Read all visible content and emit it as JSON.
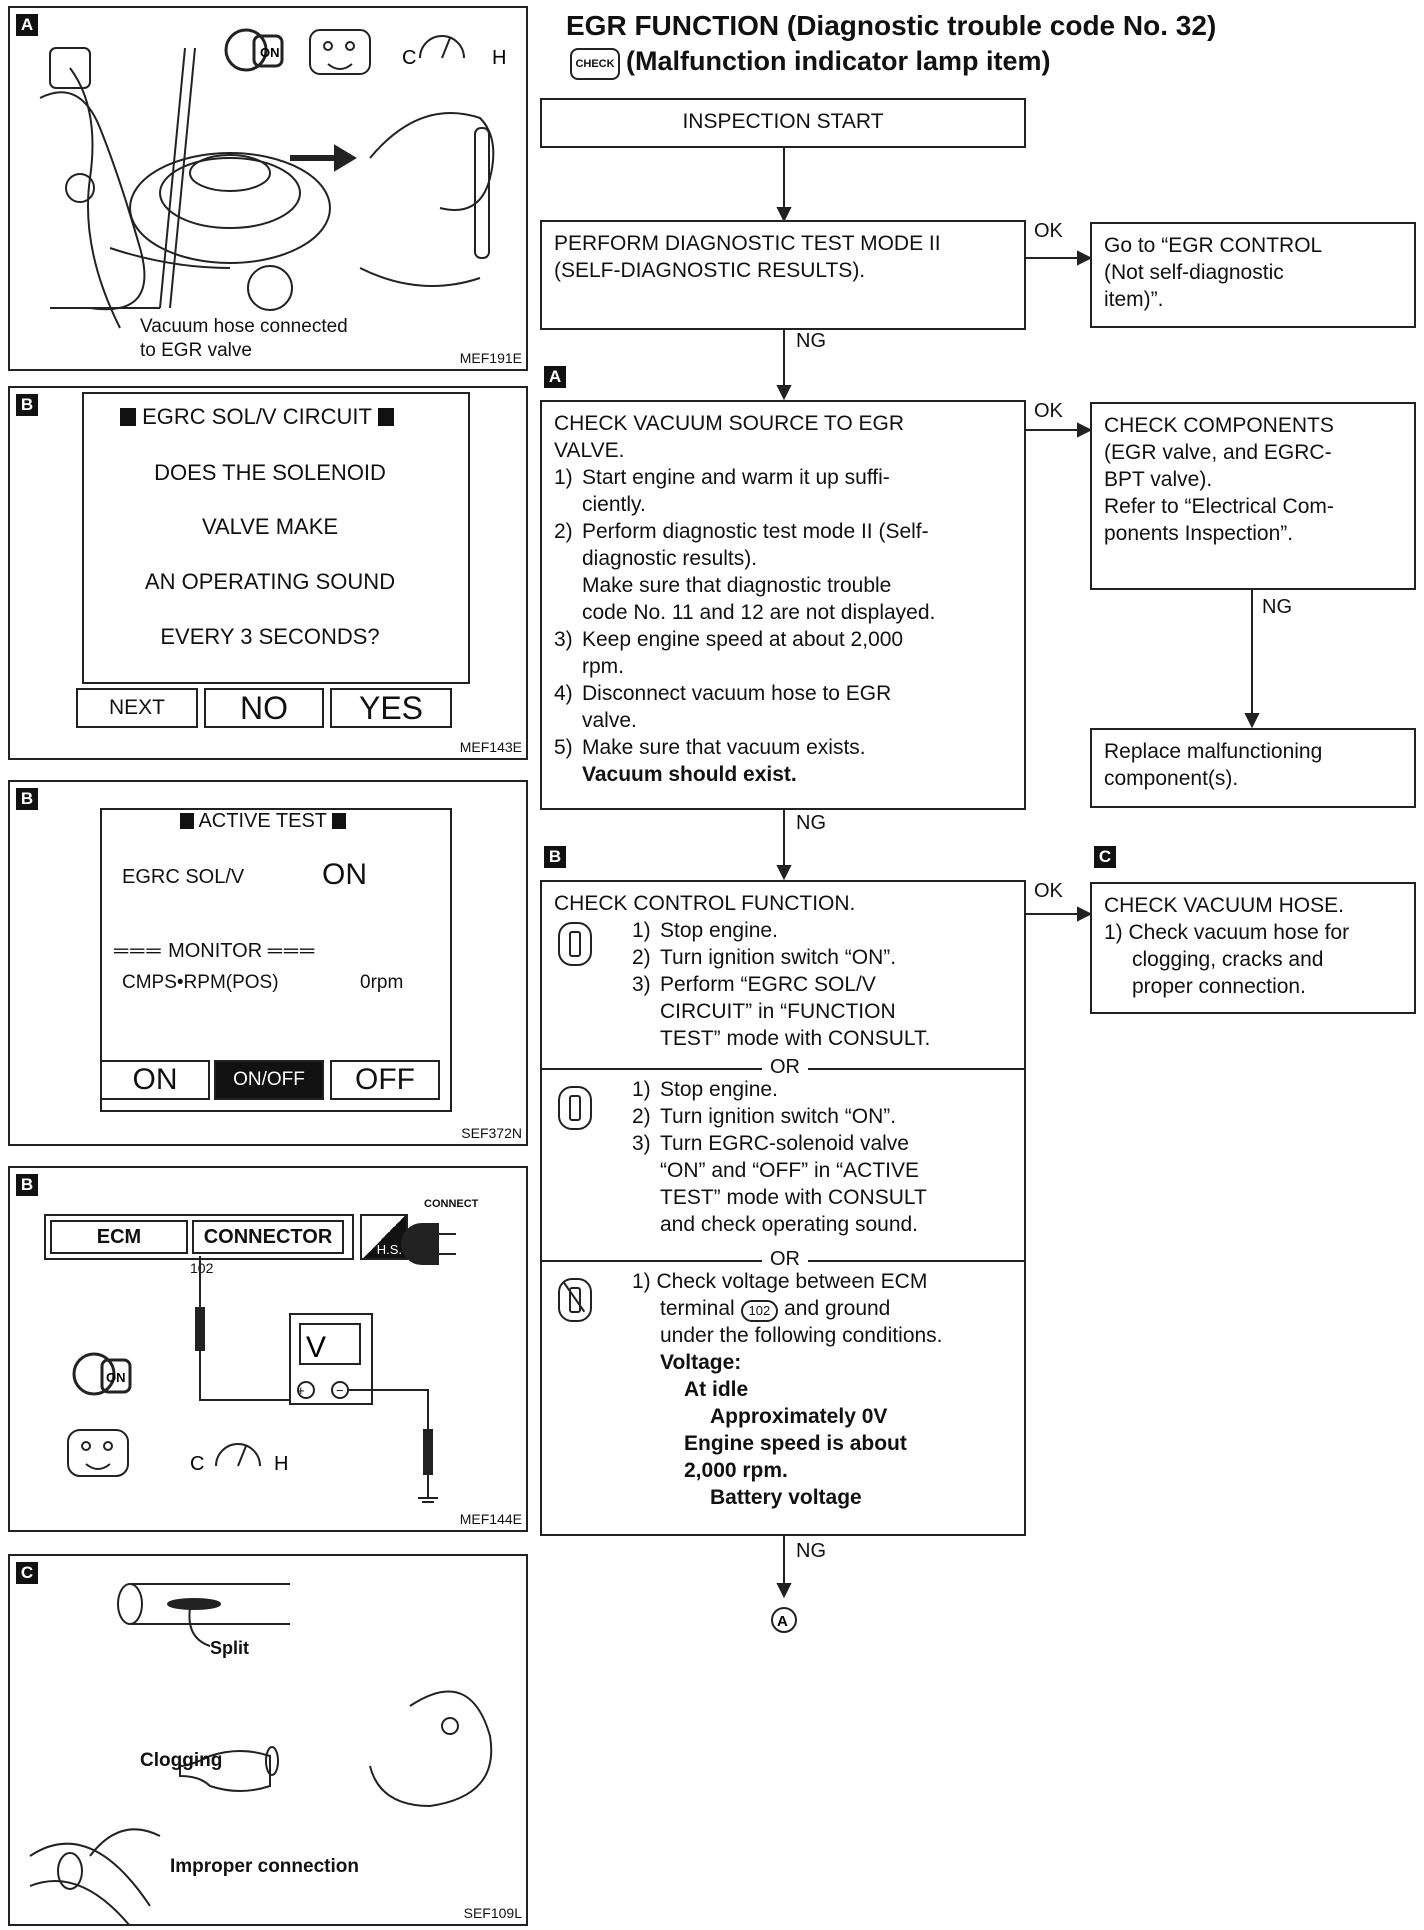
{
  "header": {
    "title": "EGR FUNCTION (Diagnostic trouble code No. 32)",
    "check_icon": "CHECK",
    "subtitle": "(Malfunction indicator lamp item)"
  },
  "panels": {
    "a": {
      "tag": "A",
      "caption1": "Vacuum hose connected",
      "caption2": "to EGR valve",
      "code": "MEF191E",
      "ign": "ON",
      "c": "C",
      "h": "H"
    },
    "b1": {
      "tag": "B",
      "title": "EGRC SOL/V CIRCUIT",
      "lines": [
        "DOES THE SOLENOID",
        "VALVE MAKE",
        "AN OPERATING SOUND",
        "EVERY 3 SECONDS?"
      ],
      "next": "NEXT",
      "no": "NO",
      "yes": "YES",
      "code": "MEF143E"
    },
    "b2": {
      "tag": "B",
      "title": "ACTIVE TEST",
      "item": "EGRC SOL/V",
      "item_val": "ON",
      "monitor": "MONITOR",
      "mon_item": "CMPS•RPM(POS)",
      "mon_val": "0rpm",
      "on": "ON",
      "onoff": "ON/OFF",
      "off": "OFF",
      "code": "SEF372N"
    },
    "b3": {
      "tag": "B",
      "ecm": "ECM",
      "connector": "CONNECTOR",
      "pin": "102",
      "hs": "H.S.",
      "connect": "CONNECT",
      "meter": "V",
      "ign": "ON",
      "c": "C",
      "h": "H",
      "code": "MEF144E"
    },
    "c": {
      "tag": "C",
      "split": "Split",
      "clogging": "Clogging",
      "improper": "Improper connection",
      "code": "SEF109L"
    }
  },
  "flow": {
    "start": "INSPECTION START",
    "perform": [
      "PERFORM DIAGNOSTIC TEST MODE II",
      "(SELF-DIAGNOSTIC RESULTS)."
    ],
    "goto": [
      "Go to “EGR CONTROL",
      "(Not self-diagnostic",
      "item)”."
    ],
    "ok": "OK",
    "ng": "NG",
    "tag_a": "A",
    "tag_b": "B",
    "tag_c": "C",
    "vac_title": [
      "CHECK VACUUM SOURCE TO EGR",
      "VALVE."
    ],
    "vac_steps": [
      {
        "n": "1)",
        "t": [
          "Start engine and warm it up suffi-",
          "ciently."
        ]
      },
      {
        "n": "2)",
        "t": [
          "Perform diagnostic test mode II (Self-",
          "diagnostic results).",
          "Make sure that diagnostic trouble",
          "code No. 11 and 12 are not displayed."
        ]
      },
      {
        "n": "3)",
        "t": [
          "Keep engine speed at about 2,000",
          "rpm."
        ]
      },
      {
        "n": "4)",
        "t": [
          "Disconnect vacuum hose to EGR",
          "valve."
        ]
      },
      {
        "n": "5)",
        "t": [
          "Make sure that vacuum exists."
        ]
      }
    ],
    "vac_bold": "Vacuum should exist.",
    "comp": [
      "CHECK COMPONENTS",
      "(EGR valve, and EGRC-",
      "BPT valve).",
      "Refer to “Electrical Com-",
      "ponents Inspection”."
    ],
    "replace": [
      "Replace malfunctioning",
      "component(s)."
    ],
    "ctrl_title": "CHECK CONTROL FUNCTION.",
    "ctrl1": [
      {
        "n": "1)",
        "t": [
          "Stop engine."
        ]
      },
      {
        "n": "2)",
        "t": [
          "Turn ignition switch “ON”."
        ]
      },
      {
        "n": "3)",
        "t": [
          "Perform “EGRC SOL/V",
          "CIRCUIT” in “FUNCTION",
          "TEST” mode with CONSULT."
        ]
      }
    ],
    "or": "OR",
    "ctrl2": [
      {
        "n": "1)",
        "t": [
          "Stop engine."
        ]
      },
      {
        "n": "2)",
        "t": [
          "Turn ignition switch “ON”."
        ]
      },
      {
        "n": "3)",
        "t": [
          "Turn EGRC-solenoid valve",
          "“ON” and “OFF” in “ACTIVE",
          "TEST” mode with CONSULT",
          "and check operating sound."
        ]
      }
    ],
    "ctrl3_a": "1) Check voltage between ECM",
    "ctrl3_b1": "terminal",
    "ctrl3_term": "102",
    "ctrl3_b2": "and ground",
    "ctrl3_c": "under the following conditions.",
    "voltage": "Voltage:",
    "idle": "At idle",
    "idle_v": "Approximately 0V",
    "speed1": "Engine speed is about",
    "speed2": "2,000 rpm.",
    "batt": "Battery voltage",
    "hose": [
      "CHECK VACUUM HOSE.",
      "1) Check vacuum hose for",
      "clogging, cracks and",
      "proper connection."
    ],
    "end": "A"
  }
}
